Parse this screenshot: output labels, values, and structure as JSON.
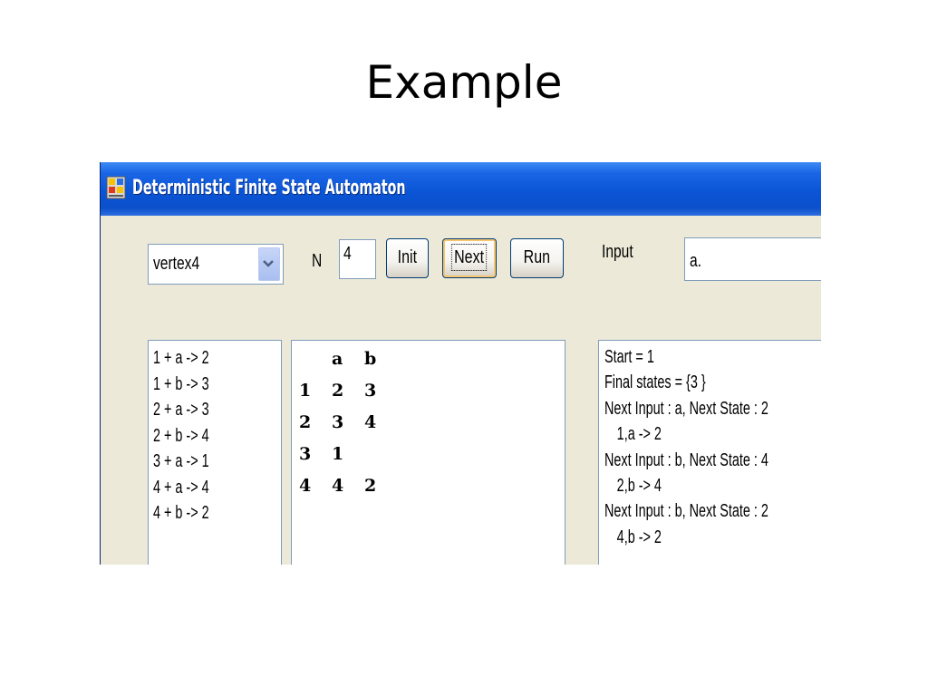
{
  "slide": {
    "title": "Example"
  },
  "window": {
    "title": "Deterministic Finite State Automaton"
  },
  "controls": {
    "vertex_select": {
      "value": "vertex4"
    },
    "n_label": "N",
    "n_value": "4",
    "init_label": "Init",
    "next_label": "Next",
    "run_label": "Run",
    "input_label": "Input",
    "input_value": "a."
  },
  "rules": [
    "1 + a -> 2",
    "1 + b -> 3",
    "2 + a -> 3",
    "2 + b -> 4",
    "3 + a -> 1",
    "4 + a -> 4",
    "4 + b -> 2"
  ],
  "transition_table": {
    "columns": [
      "a",
      "b"
    ],
    "rows": [
      {
        "state": "1",
        "a": "2",
        "b": "3"
      },
      {
        "state": "2",
        "a": "3",
        "b": "4"
      },
      {
        "state": "3",
        "a": "1",
        "b": ""
      },
      {
        "state": "4",
        "a": "4",
        "b": "2"
      }
    ]
  },
  "log": [
    {
      "text": "Start = 1",
      "indent": false
    },
    {
      "text": "Final states = {3 }",
      "indent": false
    },
    {
      "text": "Next Input : a, Next State : 2",
      "indent": false
    },
    {
      "text": "1,a -> 2",
      "indent": true
    },
    {
      "text": "Next Input : b, Next State : 4",
      "indent": false
    },
    {
      "text": "2,b -> 4",
      "indent": true
    },
    {
      "text": "Next Input : b, Next State : 2",
      "indent": false
    },
    {
      "text": "4,b -> 2",
      "indent": true
    }
  ]
}
